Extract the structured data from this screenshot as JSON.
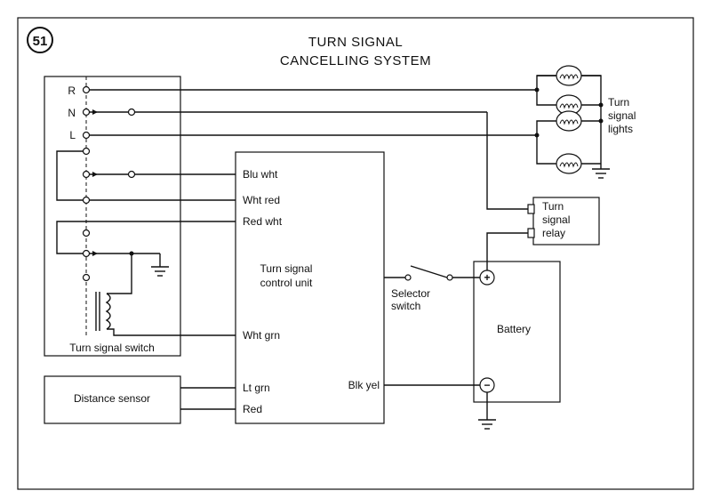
{
  "figure": {
    "number": "51",
    "title_line1": "TURN SIGNAL",
    "title_line2": "CANCELLING SYSTEM"
  },
  "switch": {
    "terminal_r": "R",
    "terminal_n": "N",
    "terminal_l": "L",
    "label": "Turn signal switch"
  },
  "control_unit": {
    "label_line1": "Turn signal",
    "label_line2": "control unit",
    "wires": {
      "blu_wht": "Blu wht",
      "wht_red": "Wht red",
      "red_wht": "Red wht",
      "wht_grn": "Wht grn",
      "lt_grn": "Lt grn",
      "red": "Red",
      "blk_yel": "Blk yel"
    }
  },
  "distance_sensor": {
    "label": "Distance sensor"
  },
  "lights": {
    "label_line1": "Turn",
    "label_line2": "signal",
    "label_line3": "lights"
  },
  "relay": {
    "label_line1": "Turn",
    "label_line2": "signal",
    "label_line3": "relay"
  },
  "selector_switch": {
    "label_line1": "Selector",
    "label_line2": "switch"
  },
  "battery": {
    "label": "Battery",
    "positive": "+",
    "negative": "−"
  }
}
